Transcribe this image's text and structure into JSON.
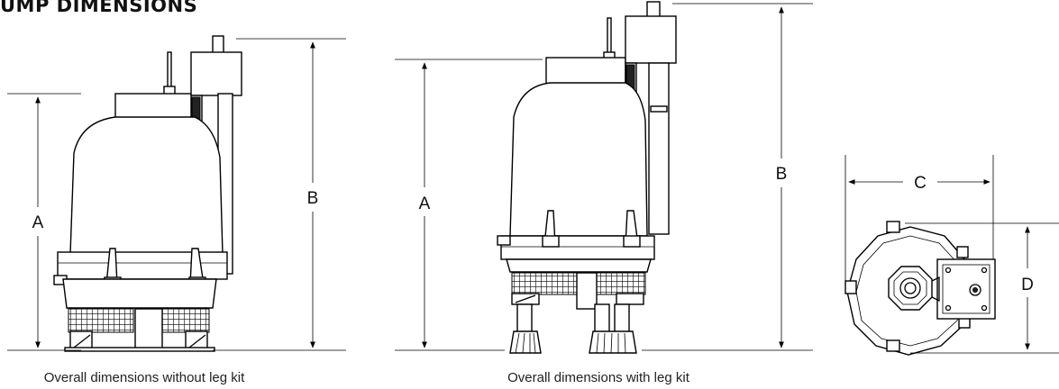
{
  "heading": "UMP DIMENSIONS",
  "views": {
    "without_leg_kit": {
      "caption": "Overall dimensions without leg kit",
      "dim_a": "A",
      "dim_b": "B"
    },
    "with_leg_kit": {
      "caption": "Overall dimensions with leg kit",
      "dim_a": "A",
      "dim_b": "B"
    },
    "top_view": {
      "dim_c": "C",
      "dim_d": "D"
    }
  }
}
